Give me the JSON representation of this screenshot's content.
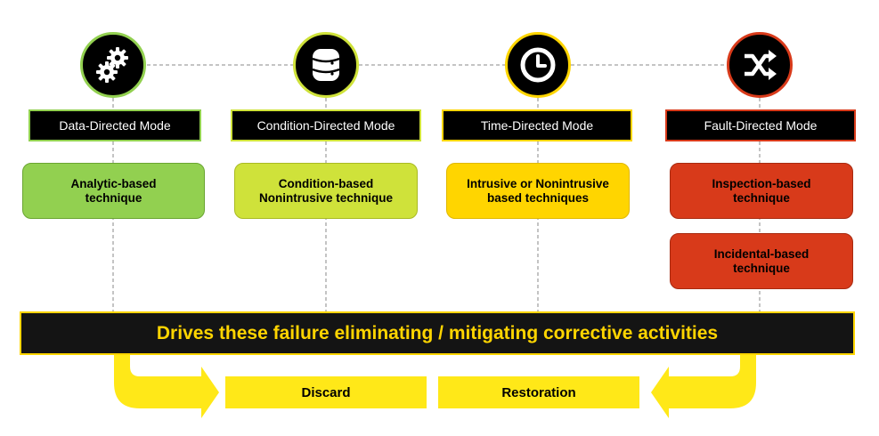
{
  "modes": [
    {
      "id": "data",
      "label": "Data-Directed Mode",
      "icon": "gears-icon",
      "color": "#92d050",
      "techniques": [
        "Analytic-based technique"
      ]
    },
    {
      "id": "condition",
      "label": "Condition-Directed Mode",
      "icon": "database-icon",
      "color": "#cfe23a",
      "techniques": [
        "Condition-based Nonintrusive technique"
      ]
    },
    {
      "id": "time",
      "label": "Time-Directed Mode",
      "icon": "clock-icon",
      "color": "#ffd500",
      "techniques": [
        "Intrusive or Nonintrusive based techniques"
      ]
    },
    {
      "id": "fault",
      "label": "Fault-Directed Mode",
      "icon": "shuffle-icon",
      "color": "#d83a1a",
      "techniques": [
        "Inspection-based technique",
        "Incidental-based technique"
      ]
    }
  ],
  "banner": "Drives these failure eliminating / mitigating corrective activities",
  "activities": [
    "Discard",
    "Restoration"
  ],
  "colors": {
    "banner_text": "#ffd500",
    "banner_bg": "#141414",
    "arrow": "#ffe818",
    "dashed_line": "#8a8a8a"
  }
}
